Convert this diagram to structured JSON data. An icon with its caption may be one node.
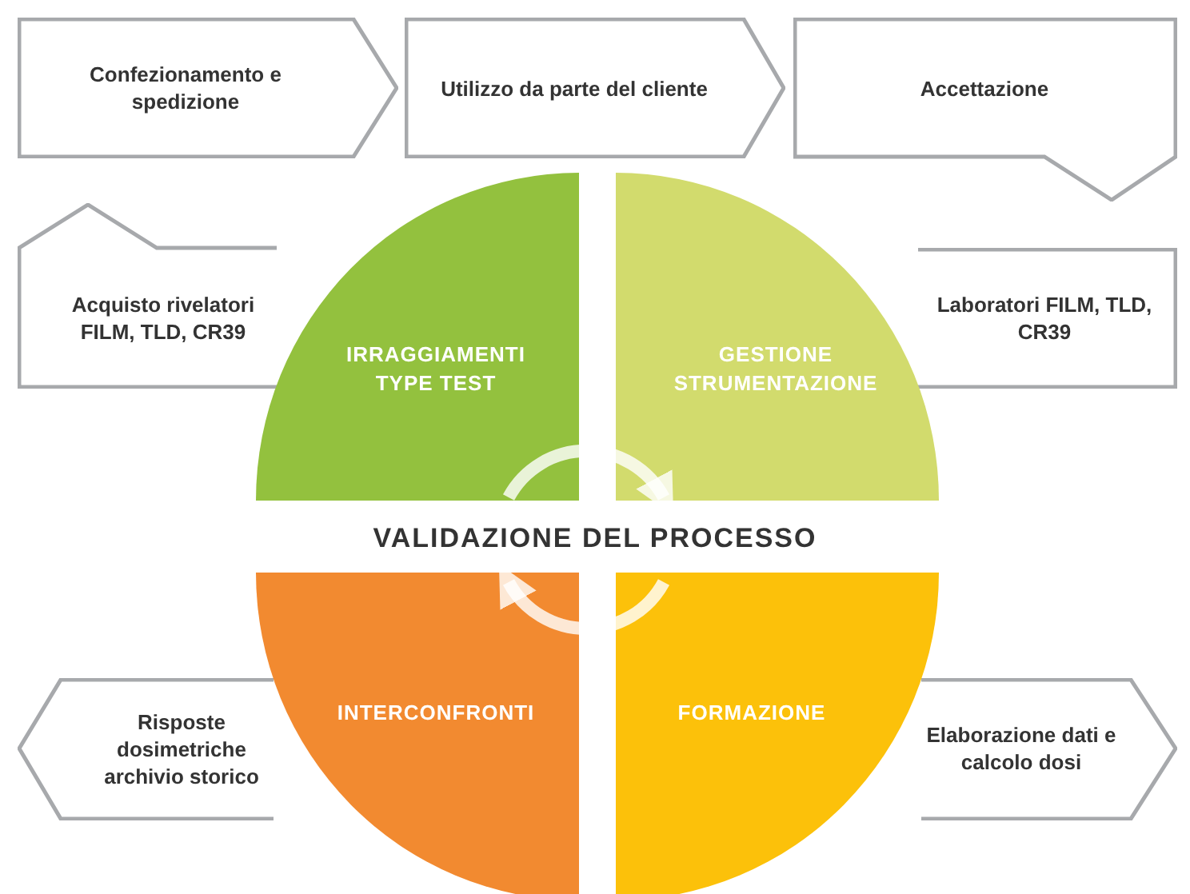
{
  "diagram": {
    "title": "VALIDAZIONE DEL PROCESSO",
    "nodes": [
      {
        "text": [
          "Confezionamento e spedizione"
        ]
      },
      {
        "text": [
          "Utilizzo da parte del cliente"
        ]
      },
      {
        "text": [
          "Accettazione"
        ]
      },
      {
        "text": [
          "Acquisto rivelatori FILM, TLD, CR39"
        ]
      },
      {
        "text": [
          "Laboratori FILM, TLD, CR39"
        ]
      },
      {
        "text": [
          "Risposte dosimetriche archivio storico"
        ]
      },
      {
        "text": [
          "Elaborazione dati e calcolo dosi"
        ]
      },
      {
        "text": [
          "IRRAGGIAMENTI TYPE TEST"
        ]
      },
      {
        "text": [
          "GESTIONE STRUMENTAZIONE"
        ]
      },
      {
        "text": [
          "INTERCONFRONTI"
        ]
      },
      {
        "text": [
          "FORMAZIONE"
        ]
      }
    ],
    "edges": [
      {
        "from": 7,
        "to": 8,
        "arrow": "to"
      },
      {
        "from": 10,
        "to": 9,
        "arrow": "to"
      }
    ]
  }
}
